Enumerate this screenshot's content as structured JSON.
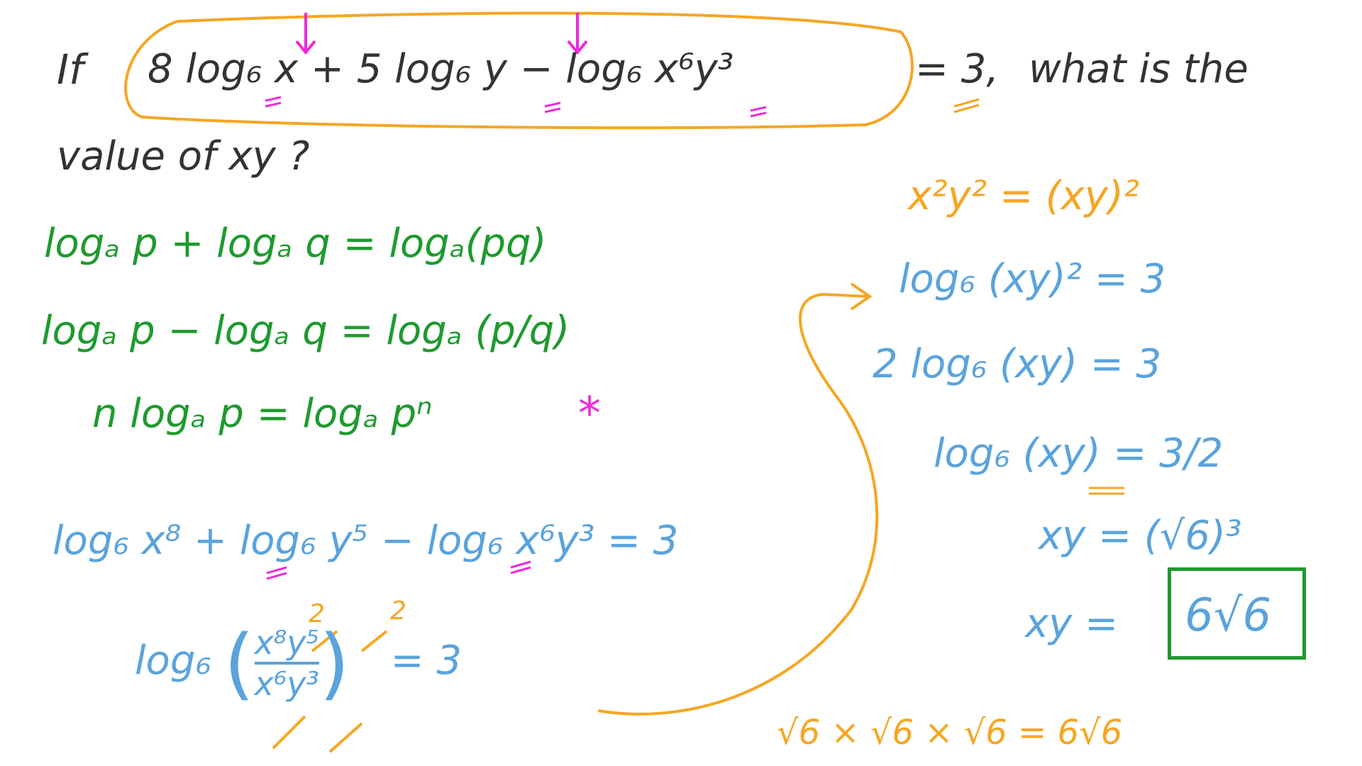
{
  "question": {
    "line1_prefix": "If",
    "equation": "8 log₆ x + 5 log₆ y − log₆ x⁶y³",
    "equals": "= 3,",
    "line1_suffix": "what is the",
    "line2": "value of xy ?"
  },
  "rules": [
    "logₐ p + logₐ q = logₐ(pq)",
    "logₐ p − logₐ q = logₐ (p/q)",
    "n logₐ p = logₐ pⁿ"
  ],
  "rule_marker": "*",
  "working_left": {
    "step1": "log₆ x⁸ + log₆ y⁵ − log₆ x⁶y³ = 3",
    "step2_prefix": "log₆",
    "step2_numerator": "x⁸y⁵",
    "step2_denominator": "x⁶y³",
    "step2_suffix": "= 3",
    "step2_reduced_x": "2",
    "step2_reduced_y": "2"
  },
  "working_right": {
    "identity": "x²y² = (xy)²",
    "steps": [
      "log₆ (xy)² = 3",
      "2 log₆ (xy) = 3",
      "log₆ (xy) = 3/2",
      "xy = (√6)³"
    ],
    "answer_prefix": "xy =",
    "answer": "6√6",
    "check": "√6 × √6 × √6 = 6√6"
  },
  "colors": {
    "text": "#333333",
    "rules": "#1e9a2e",
    "working": "#5aa3dc",
    "highlight": "#f5a623",
    "annotation": "#ee2ad8",
    "answer_box": "#1e9a2e"
  }
}
